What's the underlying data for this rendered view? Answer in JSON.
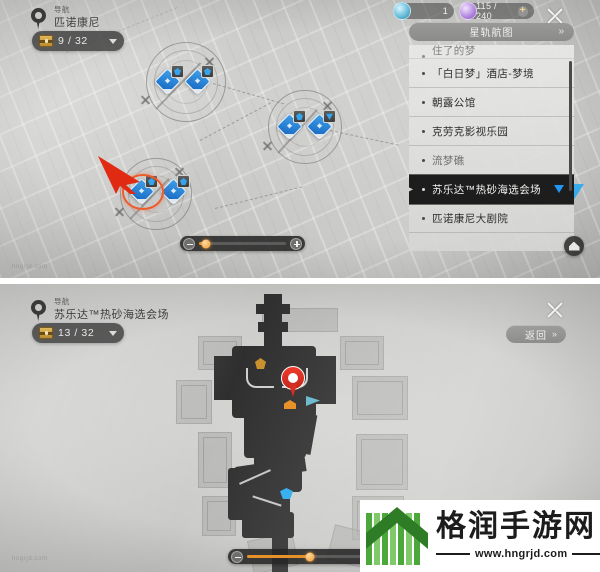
{
  "top_panel": {
    "nav": {
      "kicker": "导航",
      "title": "匹诺康尼",
      "pin_icon": "map-pin-icon"
    },
    "chest": {
      "value": "9 / 32",
      "icon": "treasure-chest-icon",
      "caret": "chevron-down-icon"
    },
    "close_icon": "close-icon",
    "currency": [
      {
        "icon": "credit-orb-icon",
        "value": "1"
      },
      {
        "icon": "stellar-jade-orb-icon",
        "value": "115 / 240",
        "plus": "+"
      }
    ],
    "list": {
      "header_label": "星轨航图",
      "header_chevron": "»",
      "scrollbar": "list-scrollbar",
      "items": [
        {
          "label": "住了的梦",
          "state": "clipped"
        },
        {
          "label": "「白日梦」酒店-梦境",
          "state": "normal"
        },
        {
          "label": "朝露公馆",
          "state": "normal"
        },
        {
          "label": "克劳克影视乐园",
          "state": "normal"
        },
        {
          "label": "流梦礁",
          "state": "faded"
        },
        {
          "label": "苏乐达™热砂海选会场",
          "state": "selected",
          "indicator": "blue-triangle-icon"
        },
        {
          "label": "匹诺康尼大剧院",
          "state": "normal"
        }
      ]
    },
    "zoom": {
      "minus": "minus-button",
      "plus": "plus-button",
      "fill_percent": 6
    },
    "recenter_icon": "recenter-compass-icon",
    "corner_watermark": "hngrjd.com",
    "map_nodes": [
      {
        "cluster": 1,
        "glyph": "⌖",
        "badge": "diamond"
      },
      {
        "cluster": 1,
        "glyph": "⌖",
        "badge": "diamond"
      },
      {
        "cluster": 2,
        "glyph": "⌖",
        "badge": "diamond"
      },
      {
        "cluster": 2,
        "glyph": "⌖",
        "badge": "triangle"
      },
      {
        "cluster": 3,
        "glyph": "⌖",
        "badge": "diamond",
        "highlighted": true
      },
      {
        "cluster": 3,
        "glyph": "⌖",
        "badge": "diamond"
      }
    ],
    "annotation": {
      "type": "red-arrow",
      "points_to": "highlighted-node"
    },
    "accent_colors": {
      "node_blue": "#1565c0",
      "highlight_orange": "#ef5a2a",
      "slider_orange": "#e8912a",
      "marker_blue": "#2196f3"
    }
  },
  "bottom_panel": {
    "nav": {
      "kicker": "导航",
      "title": "苏乐达™热砂海选会场",
      "pin_icon": "map-pin-icon"
    },
    "chest": {
      "value": "13 / 32",
      "icon": "treasure-chest-icon",
      "caret": "chevron-down-icon"
    },
    "close_icon": "close-icon",
    "return_button": {
      "label": "返回",
      "chevron": "»"
    },
    "zoom": {
      "minus": "minus-button",
      "fill_percent": 52
    },
    "corner_watermark": "hngrjd.com",
    "markers": [
      {
        "name": "objective-pin",
        "type": "red-pin"
      },
      {
        "name": "chest-marker",
        "type": "gold"
      },
      {
        "name": "warp-marker",
        "type": "blue"
      },
      {
        "name": "npc-marker",
        "type": "orange"
      }
    ]
  },
  "watermark": {
    "name": "格润手游网",
    "url": "www.hngrjd.com",
    "logo_color": "#3f9a2f"
  }
}
